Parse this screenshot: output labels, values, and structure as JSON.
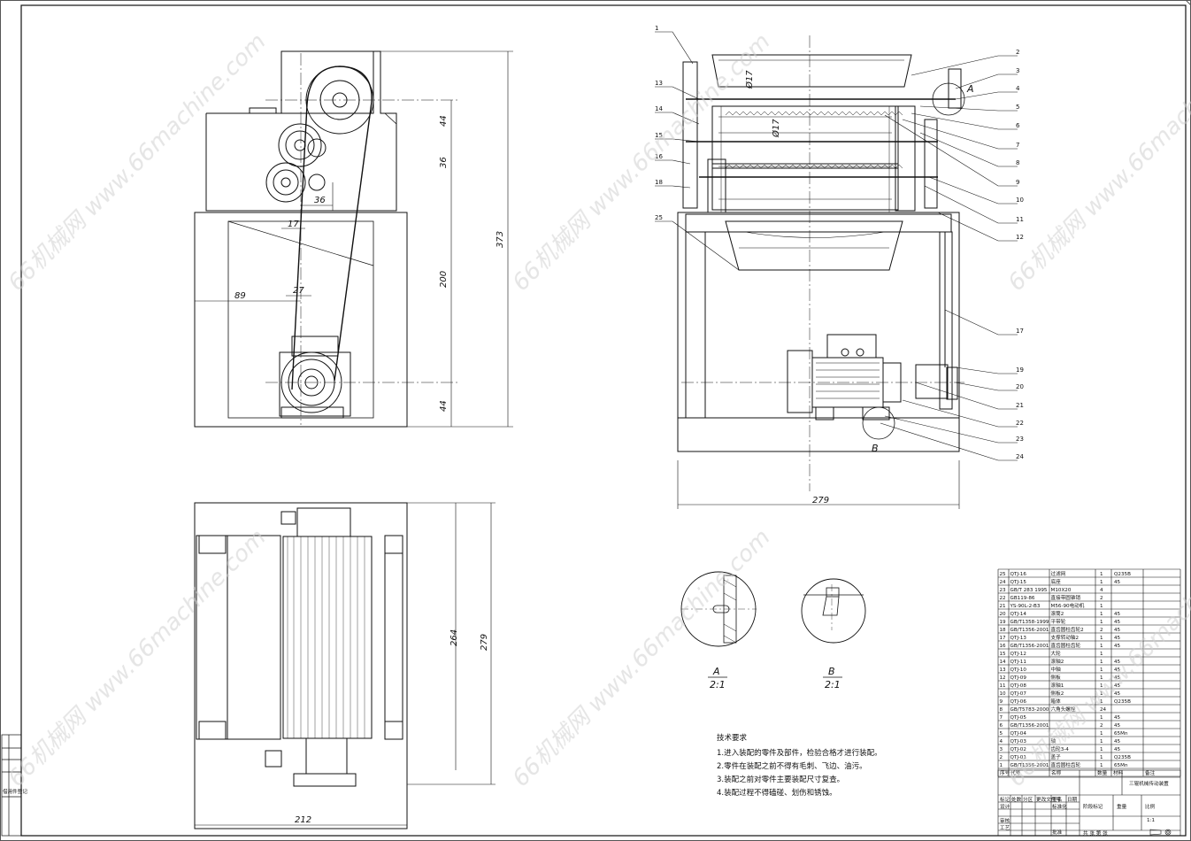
{
  "watermark": "66机械网 www.66machine.com",
  "dimensions": {
    "d44_top": "44",
    "d36_v": "36",
    "d36_h": "36",
    "d17": "17",
    "d200": "200",
    "d373": "373",
    "d89": "89",
    "d27": "27",
    "d44_bot": "44",
    "d279_side": "279",
    "d264": "264",
    "d279_plan": "279",
    "d212": "212",
    "phi17": "Ø17",
    "phi17b": "Ø17"
  },
  "balloons": [
    "1",
    "2",
    "3",
    "4",
    "5",
    "6",
    "7",
    "8",
    "9",
    "10",
    "11",
    "12",
    "13",
    "14",
    "15",
    "16",
    "17",
    "18",
    "19",
    "20",
    "21",
    "22",
    "23",
    "24",
    "25"
  ],
  "details": {
    "A_label": "A",
    "A_scale": "2:1",
    "B_label": "B",
    "B_scale": "2:1",
    "A_marker": "A",
    "B_marker": "B"
  },
  "tech_notes": {
    "title": "技术要求",
    "items": [
      "1.进入装配的零件及部件，检验合格才进行装配。",
      "2.零件在装配之前不得有毛刺、飞边、油污。",
      "3.装配之前对零件主要装配尺寸复查。",
      "4.装配过程不得磕碰、划伤和锈蚀。"
    ]
  },
  "bom": [
    [
      "25",
      "QTJ-16",
      "过滤网",
      "1",
      "Q235B"
    ],
    [
      "24",
      "QTJ-15",
      "底座",
      "1",
      "45"
    ],
    [
      "23",
      "GB/T 283 1995",
      "M10X20",
      "4",
      ""
    ],
    [
      "22",
      "GB119-86",
      "直接带圆锥销",
      "2",
      ""
    ],
    [
      "21",
      "YS-90L-2-B3",
      "M56-90电动机",
      "1",
      ""
    ],
    [
      "20",
      "QTJ-14",
      "滚筒2",
      "1",
      "45"
    ],
    [
      "19",
      "GB/T1358-1999",
      "平带轮",
      "1",
      "45"
    ],
    [
      "18",
      "GB/T1356-2001",
      "直齿圆柱齿轮2",
      "2",
      "45"
    ],
    [
      "17",
      "QTJ-13",
      "支撑转动轴2",
      "1",
      "45"
    ],
    [
      "16",
      "GB/T1356-2001",
      "直齿圆柱齿轮",
      "1",
      "45"
    ],
    [
      "15",
      "QTJ-12",
      "大轮",
      "1",
      ""
    ],
    [
      "14",
      "QTJ-11",
      "滚轴2",
      "1",
      "45"
    ],
    [
      "13",
      "QTJ-10",
      "中轴",
      "1",
      "45"
    ],
    [
      "12",
      "QTJ-09",
      "侧板",
      "1",
      "45"
    ],
    [
      "11",
      "QTJ-08",
      "滚轴1",
      "1",
      "45"
    ],
    [
      "10",
      "QTJ-07",
      "侧板2",
      "1",
      "45"
    ],
    [
      "9",
      "QTJ-06",
      "箱体",
      "1",
      "Q235B"
    ],
    [
      "8",
      "GB/T5783-2000",
      "六角头螺栓",
      "24",
      ""
    ],
    [
      "7",
      "QTJ-05",
      "",
      "1",
      "45"
    ],
    [
      "6",
      "GB/T1356-2001",
      "",
      "2",
      "45"
    ],
    [
      "5",
      "QTJ-04",
      "",
      "1",
      "65Mn"
    ],
    [
      "4",
      "QTJ-03",
      "轴",
      "1",
      "45"
    ],
    [
      "3",
      "QTJ-02",
      "齿轮3-4",
      "1",
      "45"
    ],
    [
      "2",
      "QTJ-01",
      "盖子",
      "1",
      "Q235B"
    ],
    [
      "1",
      "GB/T1356-2001",
      "直齿圆柱齿轮",
      "1",
      "65Mn"
    ]
  ],
  "bom_header": [
    "序号",
    "代号",
    "名称",
    "数量",
    "材料",
    "备注"
  ],
  "title_block": {
    "title": "三辊机械传动装置",
    "row1": [
      "标记",
      "处数",
      "分区",
      "更改文件号",
      "签名",
      "日期"
    ],
    "row2": [
      "设计",
      "",
      "标准化",
      "",
      "阶段标记",
      "重量",
      "比例"
    ],
    "row3": [
      "审核"
    ],
    "row4": [
      "工艺",
      "",
      "批准"
    ],
    "scale": "1:1",
    "sheet": "共 张 第 张"
  },
  "left_strip": [
    "",
    "",
    "",
    "借用件登记",
    ""
  ]
}
